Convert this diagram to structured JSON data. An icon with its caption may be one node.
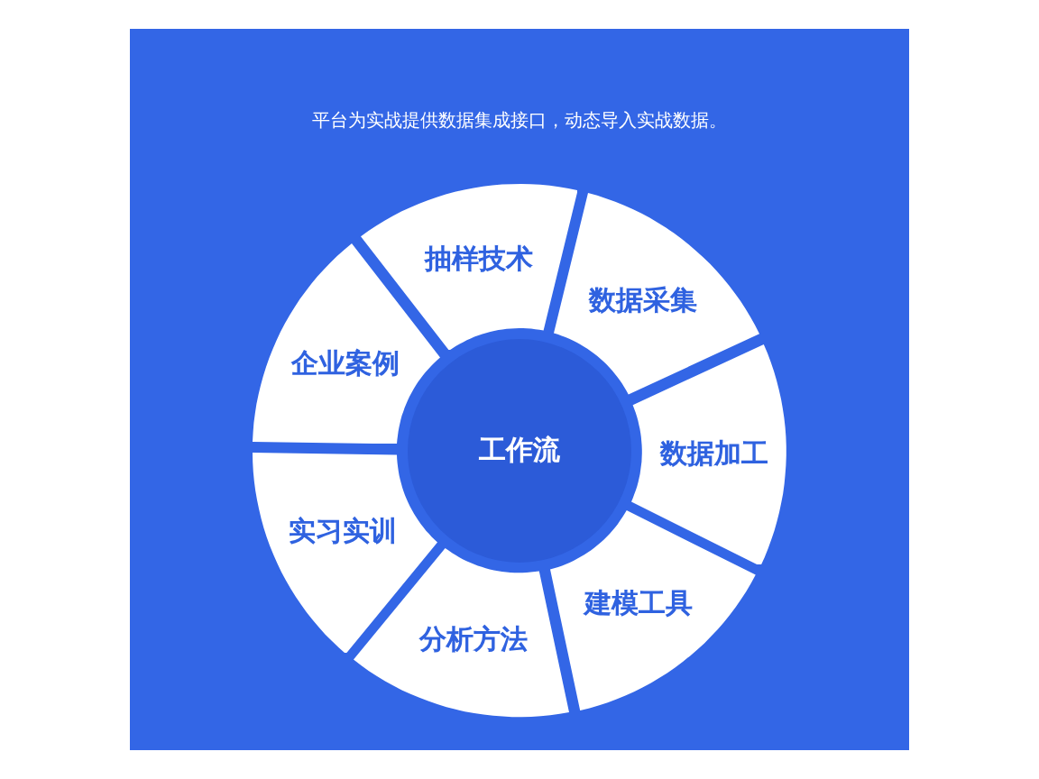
{
  "diagram": {
    "title": "平台为实战提供数据集成接口，动态导入实战数据。",
    "nodes": [
      {
        "text": [
          "工作流"
        ]
      },
      {
        "text": [
          "抽样技术"
        ]
      },
      {
        "text": [
          "数据采集"
        ]
      },
      {
        "text": [
          "数据加工"
        ]
      },
      {
        "text": [
          "建模工具"
        ]
      },
      {
        "text": [
          "分析方法"
        ]
      },
      {
        "text": [
          "实习实训"
        ]
      },
      {
        "text": [
          "企业案例"
        ]
      }
    ],
    "edges": []
  }
}
